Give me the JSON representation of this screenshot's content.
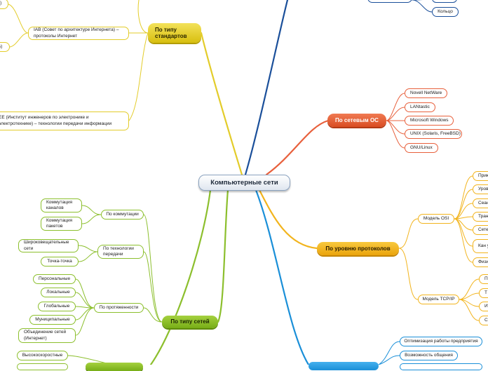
{
  "root": "Компьютерные сети",
  "branches": {
    "standards": {
      "title": "По типу стандартов",
      "items": [
        "IAB (Совет по архитектуре Интернета) – протоколы Интернет",
        "EE (Институт инженеров по электронике и электротехнике) – технологии передачи информации",
        "r)",
        "s)"
      ]
    },
    "os": {
      "title": "По сетевым ОС",
      "items": [
        "Novell NetWare",
        "LANtastic",
        "Microsoft Windows",
        "UNIX (Solaris, FreeBSD)",
        "GNU/Linux"
      ]
    },
    "protocols": {
      "title": "По уровню протоколов",
      "osi": {
        "label": "Модель OSI",
        "items": [
          "Прик",
          "Урове",
          "Сеан",
          "Тран",
          "Сете",
          "Кан уро",
          "Физи"
        ]
      },
      "tcpip": {
        "label": "Модель TCP/IP",
        "items": [
          "П",
          "Т",
          "И",
          "С"
        ]
      }
    },
    "network_type": {
      "title": "По типу сетей",
      "switching": {
        "label": "По коммутации",
        "items": [
          "Коммутация каналов",
          "Коммутация пакетов"
        ]
      },
      "technology": {
        "label": "По технологии передачи",
        "items": [
          "Широковещательные сети",
          "Точка-точка"
        ]
      },
      "extent": {
        "label": "По протяженности",
        "items": [
          "Персональные",
          "Локальные",
          "Глобальные",
          "Муниципальные",
          "Объединение сетей (Интернет)"
        ]
      },
      "speed_items": [
        "Высокоскоростные"
      ]
    },
    "topology": {
      "items": [
        "Кольцо"
      ]
    },
    "purpose": {
      "items": [
        "Оптимизация работы предприятия",
        "Возможность общения"
      ]
    }
  }
}
